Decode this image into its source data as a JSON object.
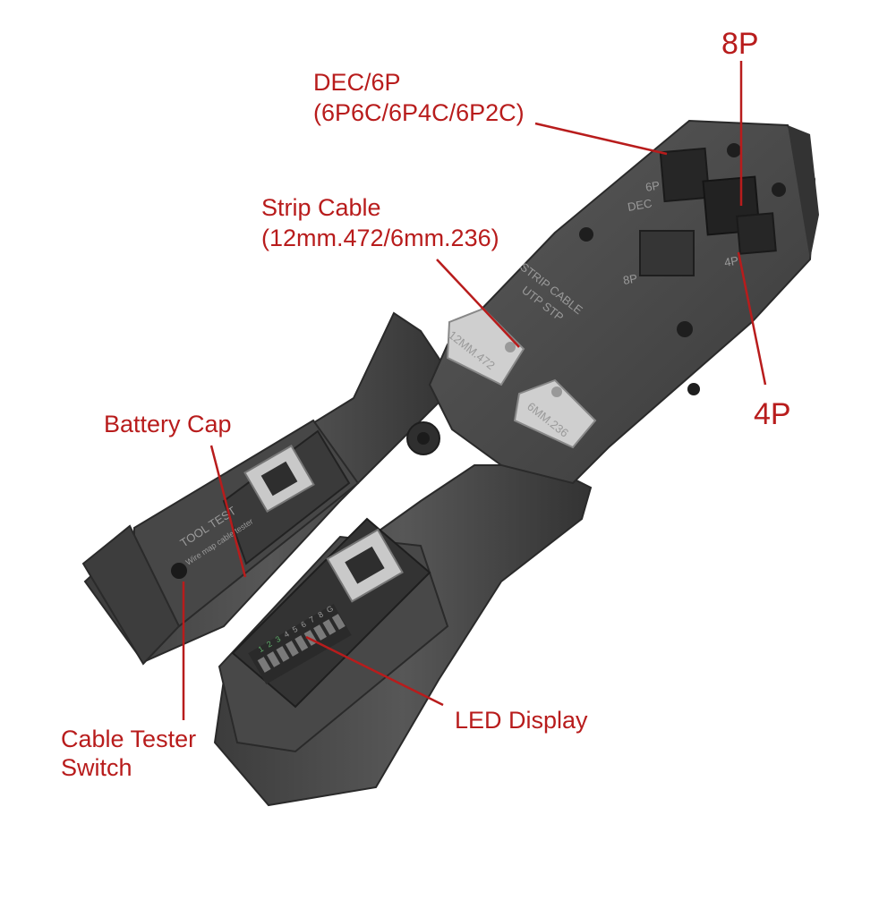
{
  "callouts": {
    "dec6p": {
      "line1": "DEC/6P",
      "line2": "(6P6C/6P4C/6P2C)"
    },
    "port8p": "8P",
    "strip": {
      "line1": "Strip Cable",
      "line2": "(12mm.472/6mm.236)"
    },
    "port4p": "4P",
    "battery": "Battery Cap",
    "switch": {
      "line1": "Cable Tester",
      "line2": "Switch"
    },
    "led": "LED Display"
  },
  "tool_markings": {
    "die_6p": "6P",
    "die_dec": "DEC",
    "die_8p": "8P",
    "die_4p": "4P",
    "strip_label": "STRIP CABLE",
    "utp_stp": "UTP STP",
    "blade_12mm": "12MM.472",
    "blade_6mm": "6MM.236",
    "tester_brand": "TOOL TEST",
    "tester_sub": "Wire map cable tester",
    "led_numbers": [
      "1",
      "2",
      "3",
      "4",
      "5",
      "6",
      "7",
      "8",
      "G"
    ]
  },
  "colors": {
    "callout": "#b81c1c",
    "tool_body": "#4a4a4a",
    "tool_dark": "#2b2b2b",
    "metal": "#c9c9c9"
  }
}
